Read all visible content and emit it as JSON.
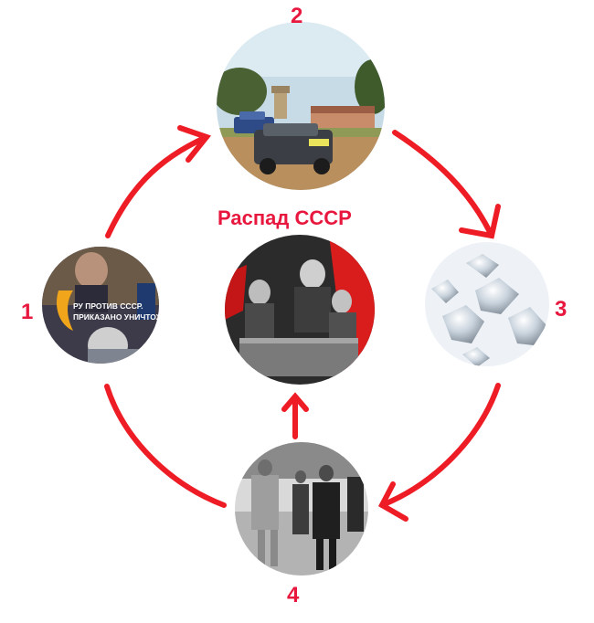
{
  "title": "Распад СССР",
  "colors": {
    "accent": "#e8173e",
    "arrow": "#ee1c25"
  },
  "nodes": [
    {
      "id": "1",
      "label": "1",
      "photo": "protest-poster-photo",
      "caption_lines": [
        "РУ ПРОТИВ СССР.",
        "ПРИКАЗАНО УНИЧТОЖИТЬ"
      ]
    },
    {
      "id": "2",
      "label": "2",
      "photo": "suv-village-photo"
    },
    {
      "id": "3",
      "label": "3",
      "photo": "diamonds-photo"
    },
    {
      "id": "4",
      "label": "4",
      "photo": "soviet-leaders-walking-photo"
    },
    {
      "id": "center",
      "photo": "signing-ceremony-photo"
    }
  ],
  "edges": [
    {
      "from": "1",
      "to": "2",
      "arrow": true
    },
    {
      "from": "2",
      "to": "3",
      "arrow": true
    },
    {
      "from": "3",
      "to": "4",
      "arrow": true
    },
    {
      "from": "4",
      "to": "1",
      "arrow": false
    },
    {
      "from": "4",
      "to": "center",
      "arrow": true
    }
  ]
}
